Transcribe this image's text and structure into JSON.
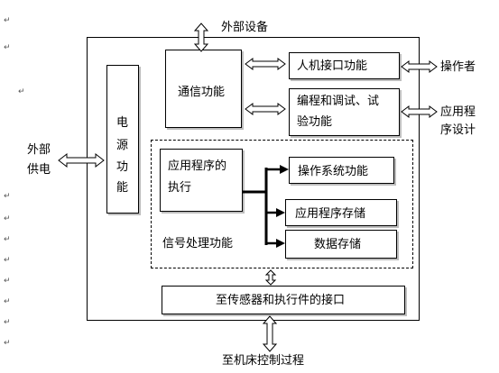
{
  "labels": {
    "external_device": "外部设备",
    "power_1": "电",
    "power_2": "源",
    "power_3": "功",
    "power_4": "能",
    "comm": "通信功能",
    "hmi": "人机接口功能",
    "operator": "操作者",
    "prog_line1": "编程和调试、试",
    "prog_line2": "验功能",
    "app_design_line1": "应用程",
    "app_design_line2": "序设计",
    "ext_supply_line1": "外部",
    "ext_supply_line2": "供电",
    "app_exec_line1": "应用程序的",
    "app_exec_line2": "执行",
    "os": "操作系统功能",
    "app_storage": "应用程序存储",
    "data_storage": "数据存储",
    "signal": "信号处理功能",
    "interface": "至传感器和执行件的接口",
    "machine": "至机床控制过程"
  },
  "mark_glyph": "↵"
}
